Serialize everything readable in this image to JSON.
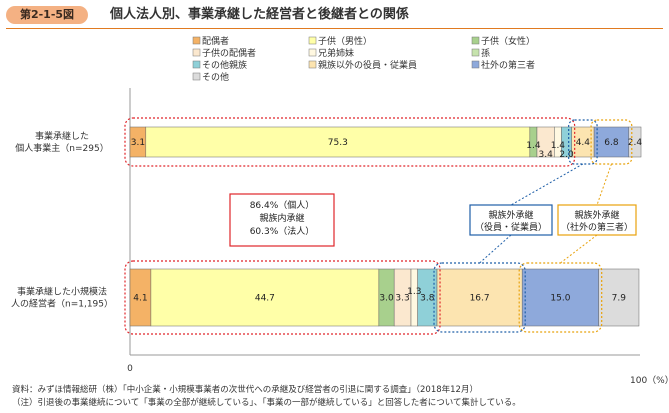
{
  "figure": {
    "label": "第2-1-5図",
    "title": "個人法人別、事業承継した経営者と後継者との関係"
  },
  "notes": [
    "資料：みずほ情報総研（株）「中小企業・小規模事業者の次世代への承継及び経営者の引退に関する調査」（2018年12月）",
    "（注）引退後の事業継続について「事業の全部が継続している」、「事業の一部が継続している」と回答した者について集計している。"
  ],
  "callouts": {
    "within_family": [
      "86.4%（個人）",
      "親族内承継",
      "60.3%（法人）"
    ],
    "outside_family_employee": [
      "親族外承継",
      "（役員・従業員）"
    ],
    "outside_family_third": [
      "親族外承継",
      "（社外の第三者）"
    ]
  },
  "chart_data": {
    "type": "bar",
    "orientation": "horizontal",
    "stacked": true,
    "xlim": [
      0,
      100
    ],
    "x_tick_labels": [
      "0",
      "100（%）"
    ],
    "categories": [
      [
        "事業承継した",
        "個人事業主（n=295）"
      ],
      [
        "事業承継した小規模法",
        "人の経営者（n=1,195）"
      ]
    ],
    "series": [
      {
        "name": "配偶者",
        "color": "#f4b266",
        "values": [
          3.1,
          4.1
        ]
      },
      {
        "name": "子供（男性）",
        "color": "#ffffa8",
        "values": [
          75.3,
          44.7
        ]
      },
      {
        "name": "子供（女性）",
        "color": "#a8d08d",
        "values": [
          1.4,
          3.0
        ]
      },
      {
        "name": "子供の配偶者",
        "color": "#fbe8cf",
        "values": [
          3.4,
          3.3
        ]
      },
      {
        "name": "兄弟姉妹",
        "color": "#fff8e1",
        "values": [
          1.4,
          1.3
        ]
      },
      {
        "name": "孫",
        "color": "#c6e3ad",
        "values": [
          0.0,
          0.0
        ]
      },
      {
        "name": "その他親族",
        "color": "#8fd0d8",
        "values": [
          2.0,
          3.8
        ]
      },
      {
        "name": "親族以外の役員・従業員",
        "color": "#fce4b0",
        "values": [
          4.4,
          16.7
        ]
      },
      {
        "name": "社外の第三者",
        "color": "#8ea9db",
        "values": [
          6.8,
          15.0
        ]
      },
      {
        "name": "その他",
        "color": "#dcdcdc",
        "values": [
          2.4,
          7.9
        ]
      }
    ],
    "data_labels": [
      [
        "3.1",
        "75.3",
        "1.4",
        "3.4",
        "1.4",
        "",
        "2.0",
        "4.4",
        "6.8",
        "2.4"
      ],
      [
        "4.1",
        "44.7",
        "3.0",
        "3.3",
        "1.3",
        "",
        "3.8",
        "16.7",
        "15.0",
        "7.9"
      ]
    ],
    "legend_position": "top",
    "grid": false
  }
}
